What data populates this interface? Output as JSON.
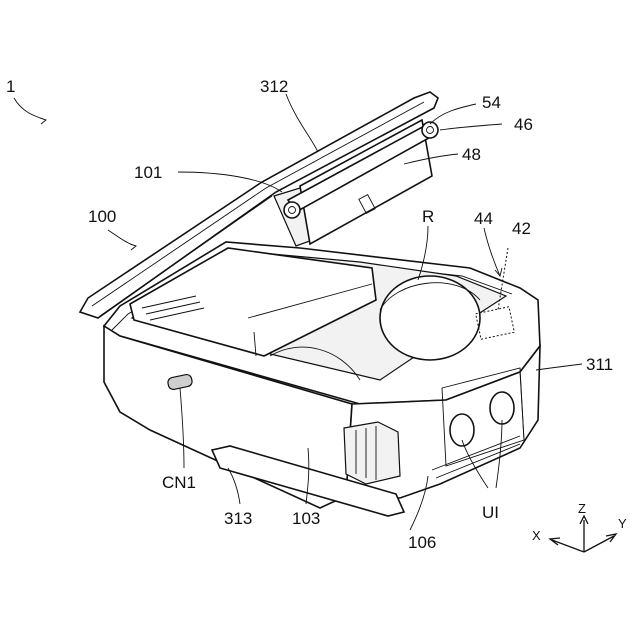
{
  "figure": {
    "refs": {
      "device": "1",
      "lid": "312",
      "part_54": "54",
      "part_46": "46",
      "part_48": "48",
      "part_101": "101",
      "housing": "100",
      "roll": "R",
      "part_44": "44",
      "part_42": "42",
      "part_311": "311",
      "connector": "CN1",
      "part_313": "313",
      "part_103": "103",
      "part_106": "106",
      "ui": "UI"
    },
    "axes": {
      "z": "Z",
      "y": "Y",
      "x": "X"
    }
  }
}
